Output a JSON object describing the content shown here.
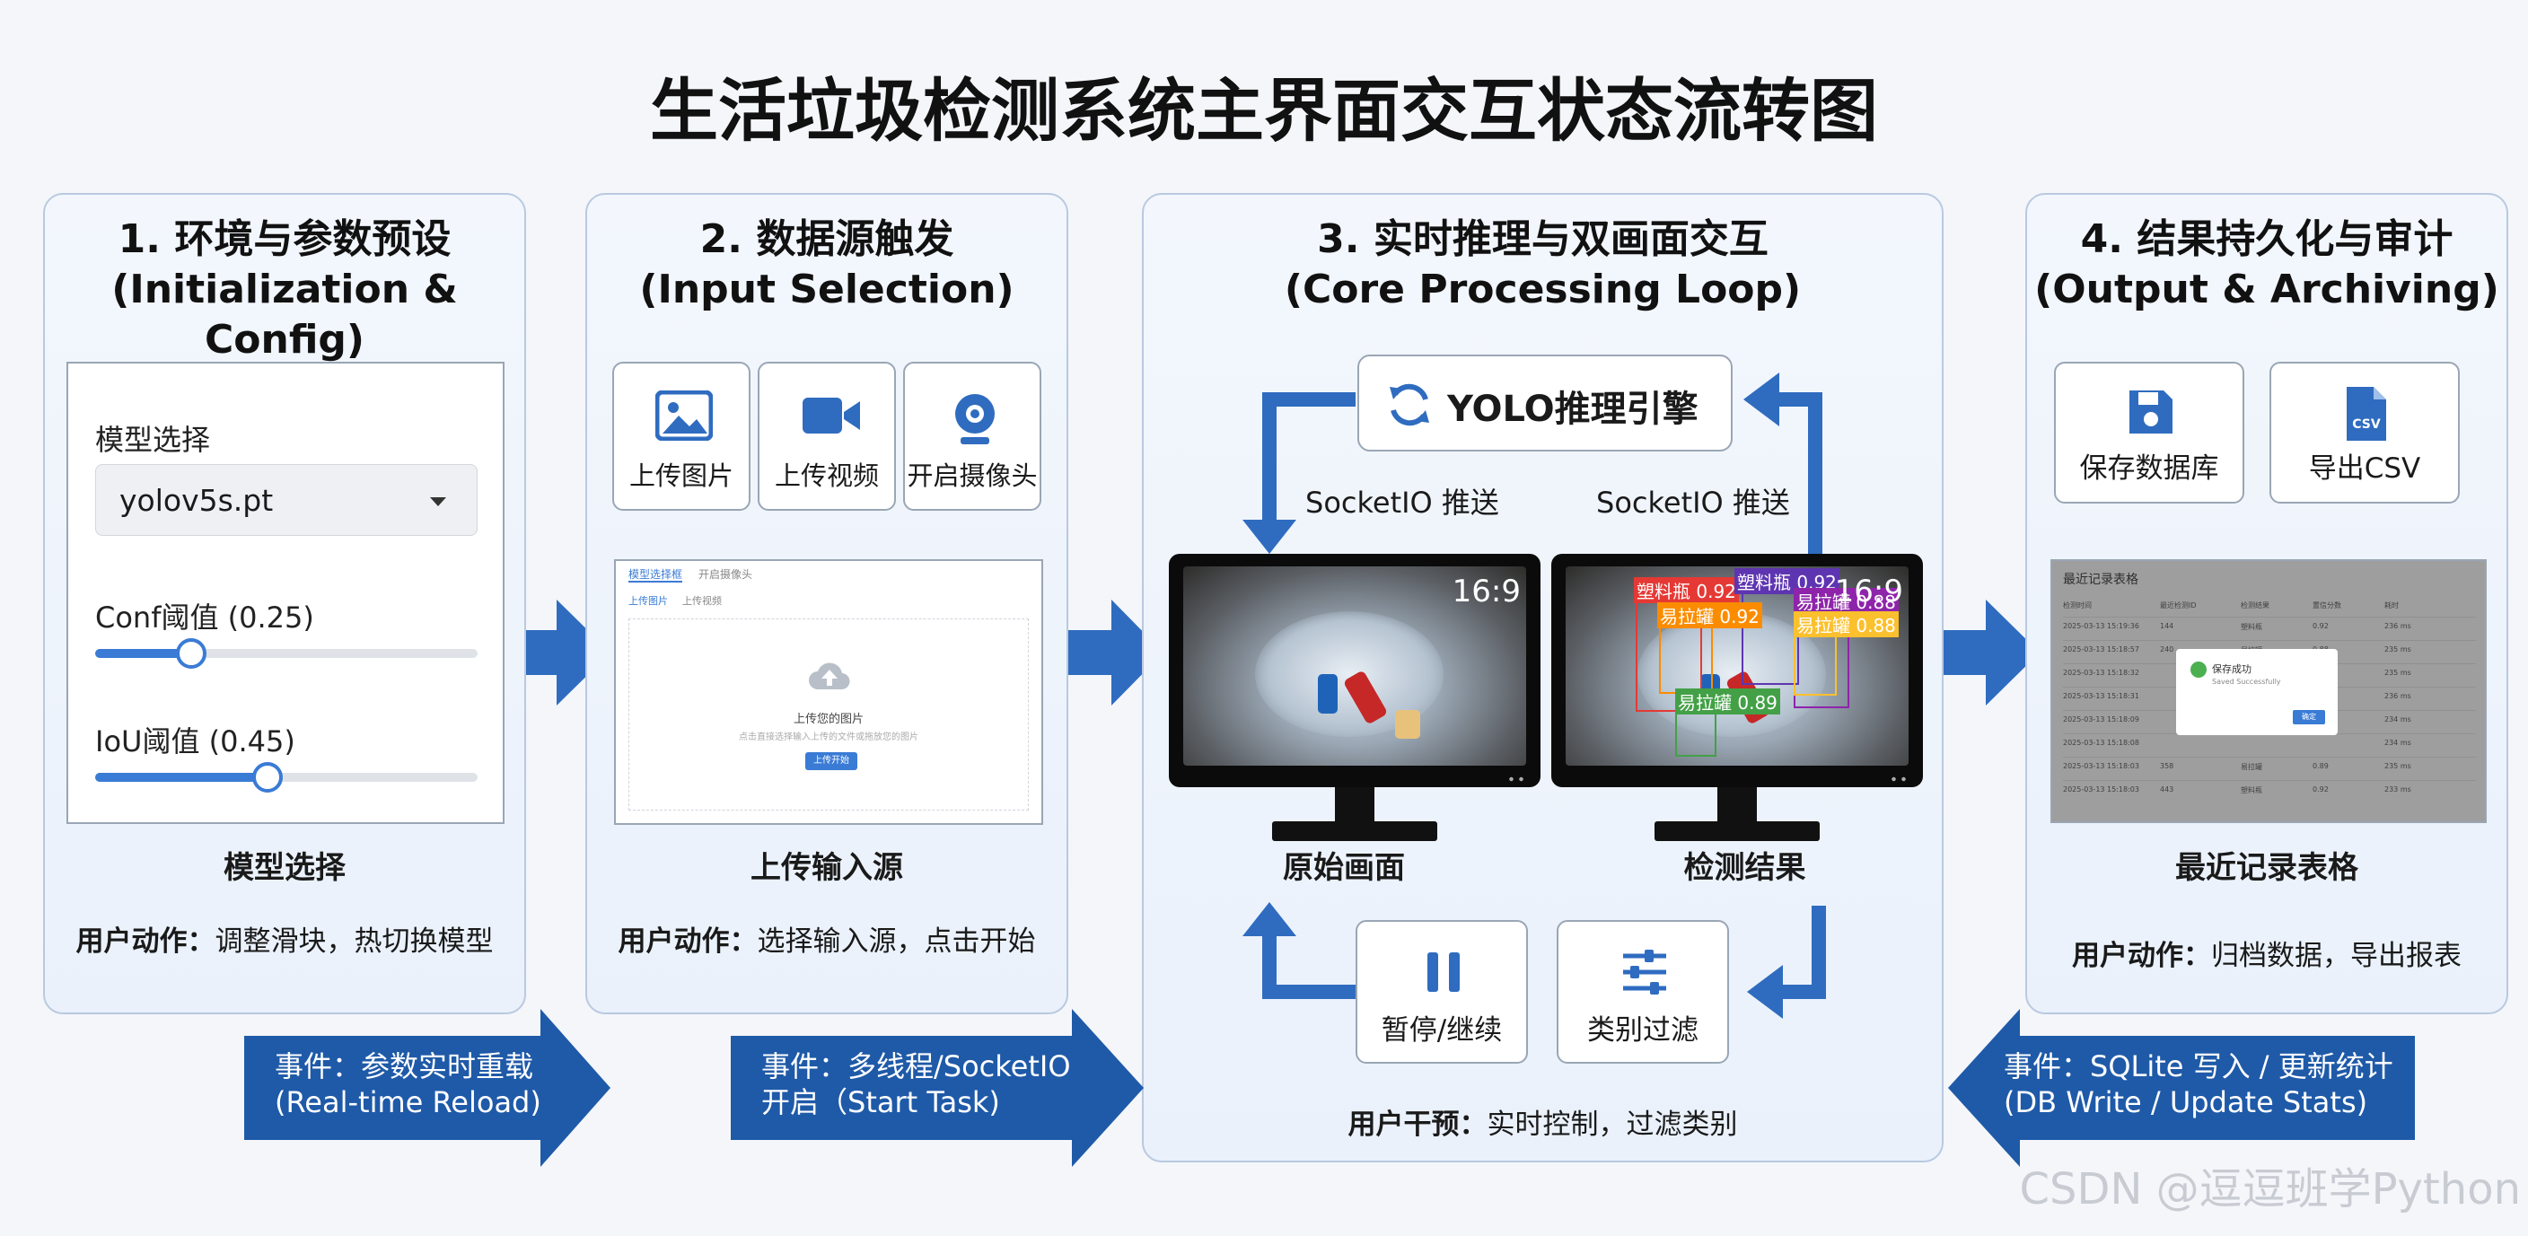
{
  "title": "生活垃圾检测系统主界面交互状态流转图",
  "panels": {
    "p1": {
      "title_cn": "1. 环境与参数预设",
      "title_en": "(Initialization & Config)",
      "model_label": "模型选择",
      "model_value": "yolov5s.pt",
      "conf_label": "Conf阈值 (0.25)",
      "conf_value": 0.25,
      "iou_label": "IoU阈值 (0.45)",
      "iou_value": 0.45,
      "caption": "模型选择",
      "action_prefix": "用户动作：",
      "action_text": "调整滑块，热切换模型"
    },
    "p2": {
      "title_cn": "2. 数据源触发",
      "title_en": "(Input Selection)",
      "buttons": [
        "上传图片",
        "上传视频",
        "开启摄像头"
      ],
      "tabs": [
        "模型选择框",
        "开启摄像头"
      ],
      "subtabs": [
        "上传图片",
        "上传视频"
      ],
      "drop_title": "上传您的图片",
      "drop_hint": "点击直接选择输入上传的文件或拖放您的图片",
      "drop_button": "上传开始",
      "caption": "上传输入源",
      "action_prefix": "用户动作：",
      "action_text": "选择输入源，点击开始"
    },
    "p3": {
      "title_cn": "3. 实时推理与双画面交互",
      "title_en": "(Core Processing Loop)",
      "engine": "YOLO推理引擎",
      "socket_left": "SocketIO 推送",
      "socket_right": "SocketIO 推送",
      "ratio": "16:9",
      "detections": [
        {
          "label": "塑料瓶 0.92",
          "color": "#e53935"
        },
        {
          "label": "塑料瓶 0.92",
          "color": "#5e35b1"
        },
        {
          "label": "易拉罐 0.92",
          "color": "#fb8c00"
        },
        {
          "label": "易拉罐 0.88",
          "color": "#8e24aa"
        },
        {
          "label": "易拉罐 0.88",
          "color": "#fbc02d"
        },
        {
          "label": "易拉罐 0.89",
          "color": "#43a047"
        }
      ],
      "caption_left": "原始画面",
      "caption_right": "检测结果",
      "pause_label": "暂停/继续",
      "filter_label": "类别过滤",
      "action_prefix": "用户干预：",
      "action_text": "实时控制，过滤类别"
    },
    "p4": {
      "title_cn": "4. 结果持久化与审计",
      "title_en": "(Output & Archiving)",
      "save_label": "保存数据库",
      "csv_label": "导出CSV",
      "csv_icon_text": "CSV",
      "table_title": "最近记录表格",
      "table_headers": [
        "检测时间",
        "最近检测ID",
        "检测结果",
        "置信分数",
        "耗时"
      ],
      "table_rows": [
        [
          "2025-03-13 15:19:36",
          "144",
          "塑料瓶",
          "0.92",
          "236 ms"
        ],
        [
          "2025-03-13 15:18:57",
          "240",
          "易拉罐",
          "0.88",
          "235 ms"
        ],
        [
          "2025-03-13 15:18:32",
          "",
          "",
          "",
          "235 ms"
        ],
        [
          "2025-03-13 15:18:31",
          "",
          "",
          "",
          "236 ms"
        ],
        [
          "2025-03-13 15:18:09",
          "",
          "",
          "",
          "234 ms"
        ],
        [
          "2025-03-13 15:18:08",
          "",
          "",
          "",
          "234 ms"
        ],
        [
          "2025-03-13 15:18:03",
          "358",
          "易拉罐",
          "0.89",
          "235 ms"
        ],
        [
          "2025-03-13 15:18:03",
          "443",
          "塑料瓶",
          "0.92",
          "233 ms"
        ]
      ],
      "modal_title": "保存成功",
      "modal_text": "Saved Successfully",
      "modal_button": "确定",
      "caption": "最近记录表格",
      "action_prefix": "用户动作：",
      "action_text": "归档数据，导出报表"
    }
  },
  "events": {
    "e1_line1": "事件：参数实时重载",
    "e1_line2": "(Real-time Reload)",
    "e2_line1": "事件：多线程/SocketIO",
    "e2_line2": "开启（Start Task)",
    "e3_line1": "事件：SQLite 写入 / 更新统计",
    "e3_line2": "(DB Write / Update Stats)"
  },
  "watermark": "CSDN @逗逗班学Python",
  "colors": {
    "accent": "#3a7bd5",
    "arrow": "#2f6cc0",
    "event": "#1f5aa8"
  }
}
